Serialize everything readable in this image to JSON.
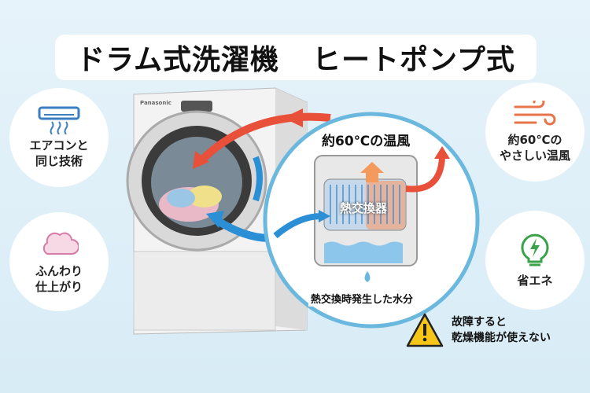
{
  "title": {
    "left": "ドラム式洗濯機",
    "right": "ヒートポンプ式"
  },
  "features_left": [
    {
      "icon": "air-conditioner-icon",
      "line1": "エアコンと",
      "line2": "同じ技術"
    },
    {
      "icon": "fluffy-cloud-icon",
      "line1": "ふんわり",
      "line2": "仕上がり"
    }
  ],
  "features_right": [
    {
      "icon": "warm-wind-icon",
      "line1": "約60℃の",
      "line2": "やさしい温風"
    },
    {
      "icon": "lightbulb-icon",
      "line1": "省エネ",
      "line2": ""
    }
  ],
  "diagram": {
    "warm_air": "約60℃の温風",
    "heat_exchanger": "熱交換器",
    "moisture": "熱交換時発生した水分",
    "brand": "Panasonic"
  },
  "warning": {
    "line1": "故障すると",
    "line2": "乾燥機能が使えない"
  },
  "colors": {
    "hot": "#e8503a",
    "cold": "#2a8fd4",
    "circle": "#6bb8df",
    "warning": "#f5c518"
  }
}
